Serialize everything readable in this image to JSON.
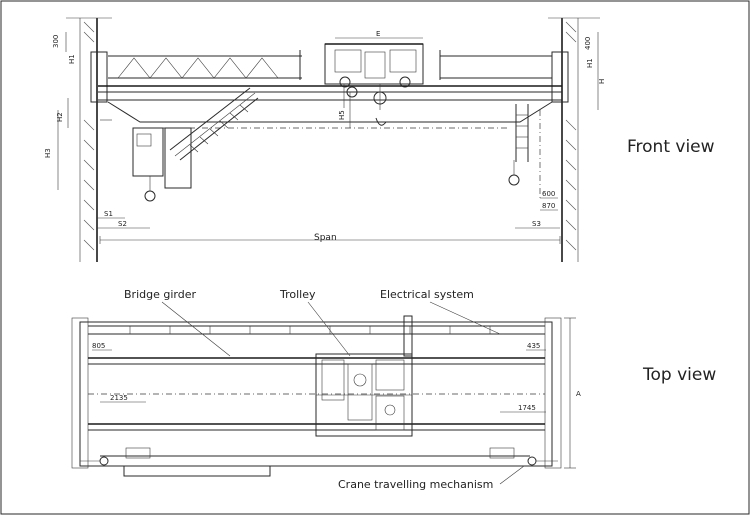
{
  "views": {
    "front": "Front view",
    "top": "Top view"
  },
  "labels": {
    "bridge_girder": "Bridge girder",
    "trolley": "Trolley",
    "electrical_system": "Electrical system",
    "travelling": "Crane travelling mechanism",
    "span": "Span"
  },
  "dims": {
    "d300": "300",
    "d400": "400",
    "E": "E",
    "H": "H",
    "H1": "H1",
    "H2": "H2",
    "H3": "H3",
    "H5": "H5",
    "S1": "S1",
    "S2": "S2",
    "S3": "S3",
    "d600": "600",
    "d870": "870",
    "d805": "805",
    "d435": "435",
    "d2135": "2135",
    "d1745": "1745",
    "A": "A"
  }
}
